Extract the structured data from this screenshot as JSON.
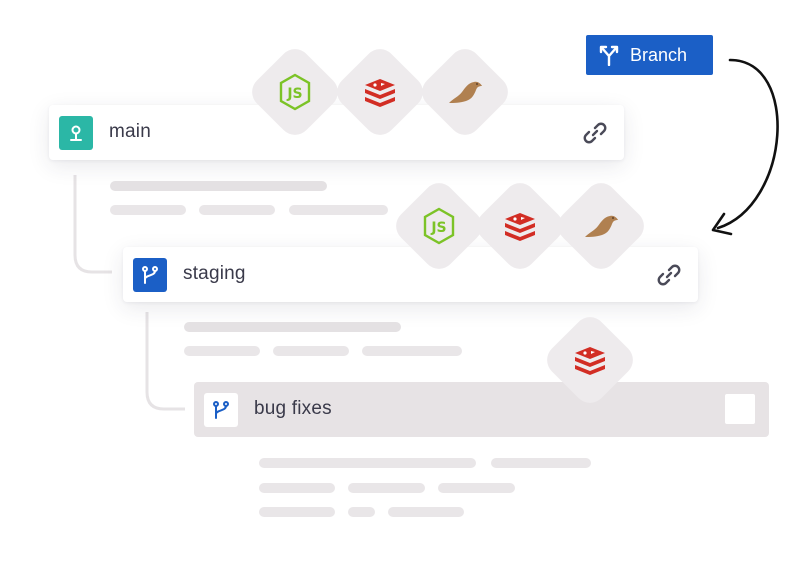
{
  "branch_button": {
    "label": "Branch",
    "icon": "branch-icon",
    "color": "#1b5fc6"
  },
  "environments": [
    {
      "name": "main",
      "icon": "pin-icon",
      "icon_color": "#2bb7a6"
    },
    {
      "name": "staging",
      "icon": "git-branch-icon",
      "icon_color": "#1b5fc6"
    },
    {
      "name": "bug fixes",
      "icon": "git-branch-icon",
      "icon_color": "#1b5fc6"
    }
  ],
  "services": [
    "nodejs-icon",
    "redis-icon",
    "mariadb-seal-icon"
  ],
  "colors": {
    "accent": "#1b5fc6",
    "teal": "#2bb7a6",
    "nodejs": "#7cc327",
    "redis": "#d22d24"
  }
}
